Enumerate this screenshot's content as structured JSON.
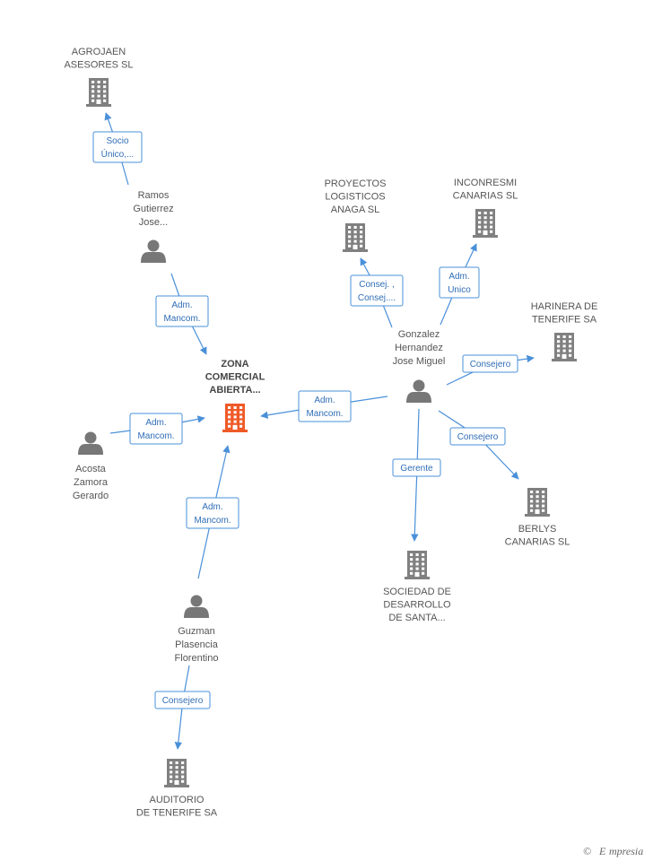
{
  "colors": {
    "edge": "#4a90d9",
    "company": "#808080",
    "company_focus": "#ef5a28",
    "person": "#777777",
    "label_text": "#555555",
    "logo_accent": "#f39c12"
  },
  "nodes": {
    "zona": {
      "type": "company_focus",
      "lines": [
        "ZONA",
        "COMERCIAL",
        "ABIERTA..."
      ]
    },
    "agrojaen": {
      "type": "company",
      "lines": [
        "AGROJAEN",
        "ASESORES  SL"
      ]
    },
    "proyectos": {
      "type": "company",
      "lines": [
        "PROYECTOS",
        "LOGISTICOS",
        "ANAGA SL"
      ]
    },
    "inconresmi": {
      "type": "company",
      "lines": [
        "INCONRESMI",
        "CANARIAS SL"
      ]
    },
    "harinera": {
      "type": "company",
      "lines": [
        "HARINERA DE",
        "TENERIFE SA"
      ]
    },
    "berlys": {
      "type": "company",
      "lines": [
        "BERLYS",
        "CANARIAS  SL"
      ]
    },
    "sociedad": {
      "type": "company",
      "lines": [
        "SOCIEDAD DE",
        "DESARROLLO",
        "DE SANTA..."
      ]
    },
    "auditorio": {
      "type": "company",
      "lines": [
        "AUDITORIO",
        "DE TENERIFE SA"
      ]
    },
    "ramos": {
      "type": "person",
      "lines": [
        "Ramos",
        "Gutierrez",
        "Jose..."
      ]
    },
    "gonzalez": {
      "type": "person",
      "lines": [
        "Gonzalez",
        "Hernandez",
        "Jose Miguel"
      ]
    },
    "acosta": {
      "type": "person",
      "lines": [
        "Acosta",
        "Zamora",
        "Gerardo"
      ]
    },
    "guzman": {
      "type": "person",
      "lines": [
        "Guzman",
        "Plasencia",
        "Florentino"
      ]
    }
  },
  "edges": [
    {
      "id": "ramos-agrojaen",
      "lines": [
        "Socio",
        "Único,..."
      ]
    },
    {
      "id": "ramos-zona",
      "lines": [
        "Adm.",
        "Mancom."
      ]
    },
    {
      "id": "acosta-zona",
      "lines": [
        "Adm.",
        "Mancom."
      ]
    },
    {
      "id": "gonzalez-zona",
      "lines": [
        "Adm.",
        "Mancom."
      ]
    },
    {
      "id": "guzman-zona",
      "lines": [
        "Adm.",
        "Mancom."
      ]
    },
    {
      "id": "gonzalez-proyectos",
      "lines": [
        "Consej. ,",
        "Consej...."
      ]
    },
    {
      "id": "gonzalez-inconresmi",
      "lines": [
        "Adm.",
        "Unico"
      ]
    },
    {
      "id": "gonzalez-harinera",
      "lines": [
        "Consejero"
      ]
    },
    {
      "id": "gonzalez-berlys",
      "lines": [
        "Consejero"
      ]
    },
    {
      "id": "gonzalez-sociedad",
      "lines": [
        "Gerente"
      ]
    },
    {
      "id": "guzman-auditorio",
      "lines": [
        "Consejero"
      ]
    }
  ],
  "footer": {
    "copyright_symbol": "©",
    "brand_initial": "E",
    "brand_rest": "mpresia"
  }
}
